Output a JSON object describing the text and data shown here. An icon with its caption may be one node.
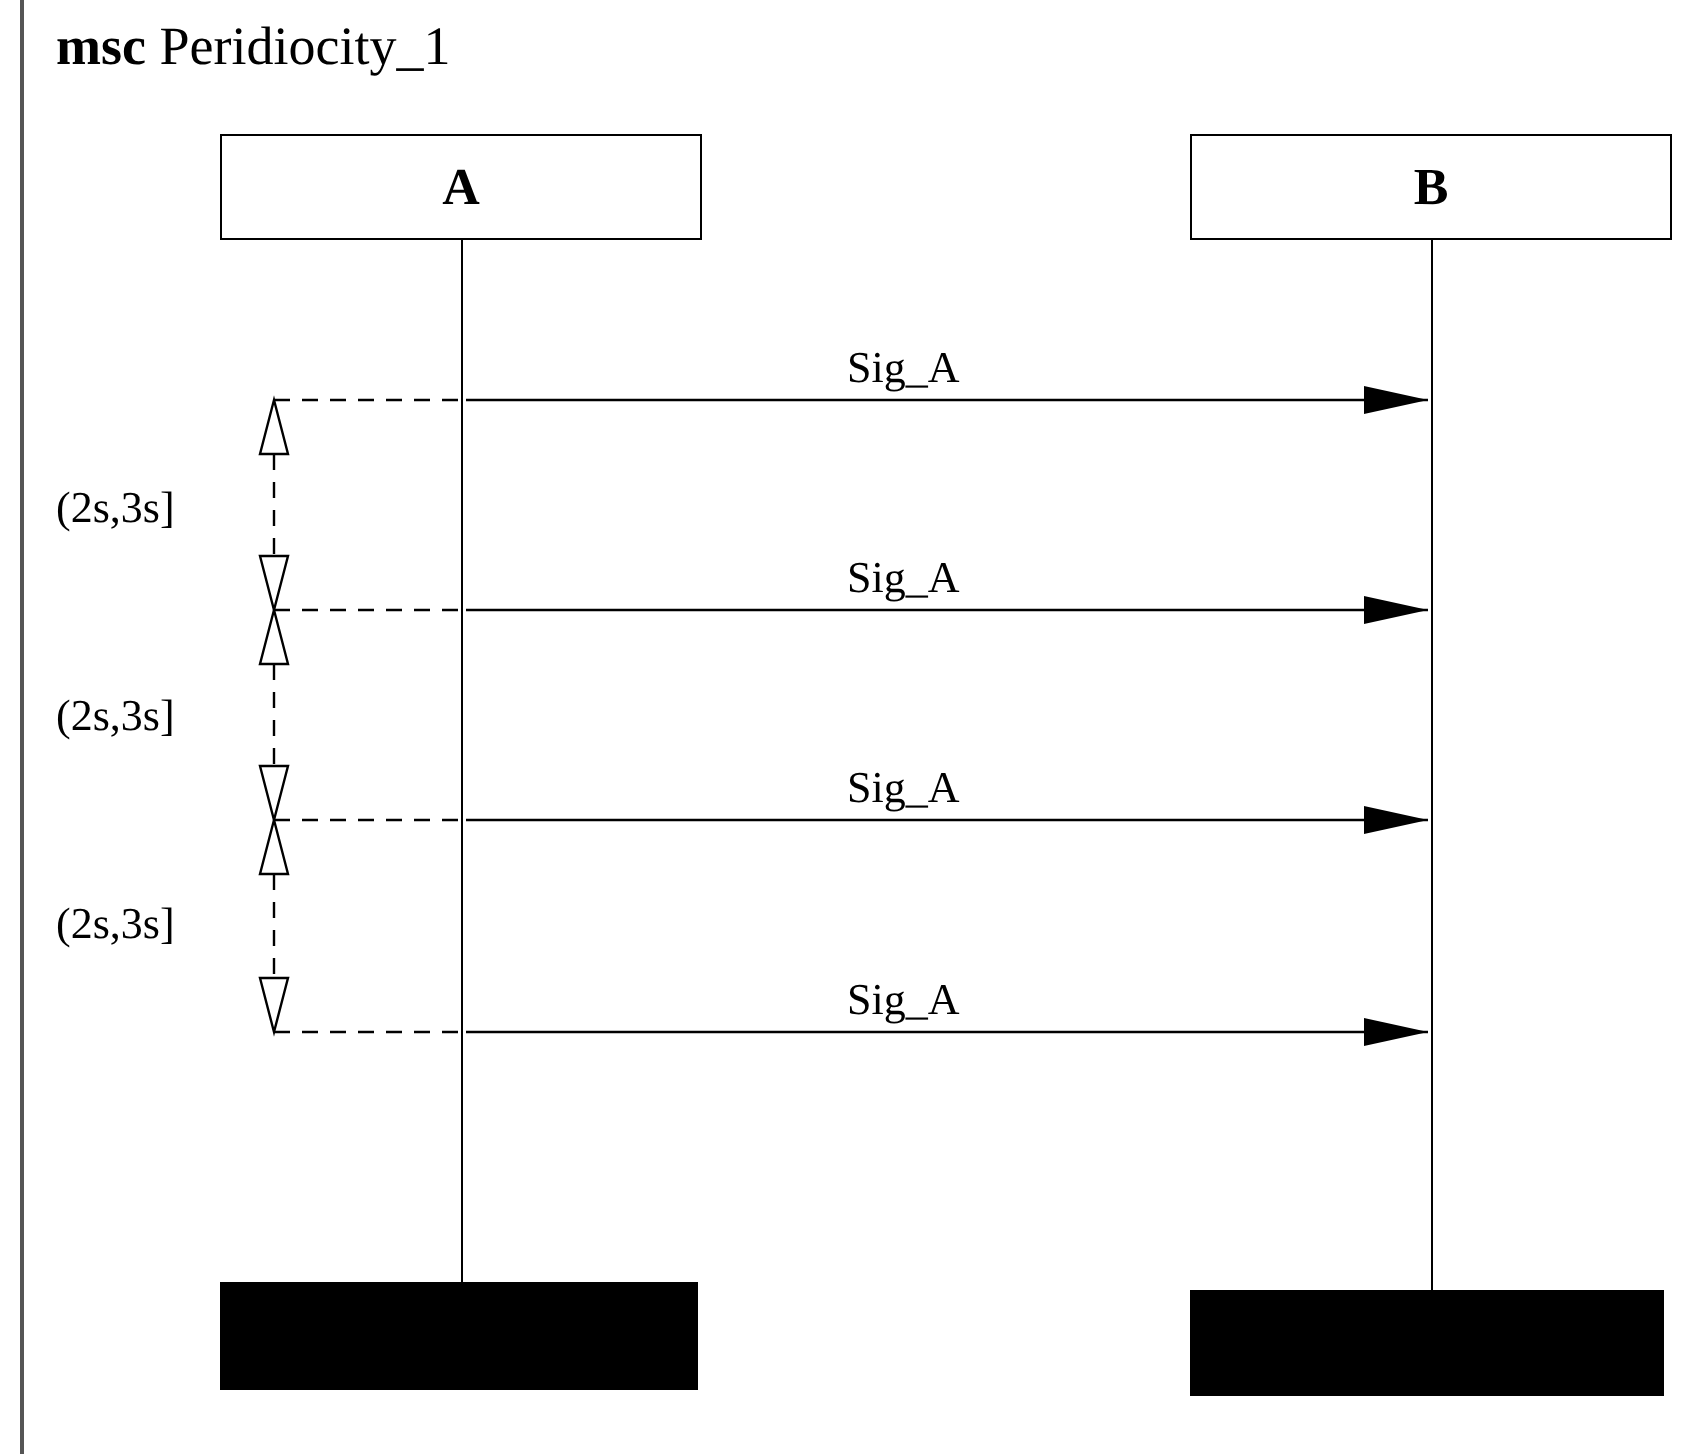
{
  "diagram": {
    "title": "**msc** Peridiocity_1",
    "nodes": [
      {
        "text": [
          "A"
        ]
      },
      {
        "text": [
          "B"
        ]
      },
      {
        "text": [],
        "shape": "line"
      },
      {
        "text": [],
        "shape": "line"
      },
      {
        "text": [],
        "shape": "bar"
      },
      {
        "text": [],
        "shape": "bar"
      }
    ],
    "edges": [
      {
        "from": 2,
        "to": 3,
        "arrow": "to",
        "label": "Sig_A"
      },
      {
        "from": 2,
        "to": 3,
        "arrow": "to",
        "label": "Sig_A"
      },
      {
        "from": 2,
        "to": 3,
        "arrow": "to",
        "label": "Sig_A"
      },
      {
        "from": 2,
        "to": 3,
        "arrow": "to",
        "label": "Sig_A"
      }
    ],
    "labels": [
      "(2s,3s]",
      "(2s,3s]",
      "(2s,3s]"
    ]
  }
}
